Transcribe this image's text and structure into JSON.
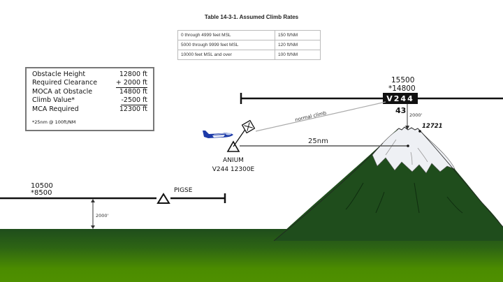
{
  "table": {
    "title": "Table 14-3-1. Assumed Climb Rates",
    "rows": [
      {
        "altitude": "0 through 4999 feet MSL",
        "rate": "150 ft/NM"
      },
      {
        "altitude": "5000 through 9999 feet MSL",
        "rate": "120 ft/NM"
      },
      {
        "altitude": "10000 feet MSL and over",
        "rate": "100 ft/NM"
      }
    ]
  },
  "calculation": {
    "rows": [
      {
        "label": "Obstacle Height",
        "value": "12800 ft",
        "underline": false
      },
      {
        "label": "Required Clearance",
        "value": "+ 2000 ft",
        "underline": true
      },
      {
        "label": "MOCA at Obstacle",
        "value": "14800 ft",
        "underline": false
      },
      {
        "label": "Climb Value*",
        "value": "-2500 ft",
        "underline": true
      },
      {
        "label": "MCA Required",
        "value": "12300 ft",
        "underline": false
      }
    ],
    "note": "*25nm @ 100ft/NM"
  },
  "left_segment": {
    "mea": "10500",
    "moca": "*8500",
    "clearance": "2000'",
    "fix": "PIGSE"
  },
  "right_segment": {
    "mea": "15500",
    "moca": "*14800",
    "airway": "V244",
    "distance": "43",
    "clearance": "2000'",
    "obstacle_elevation": "12721"
  },
  "fix_anium": {
    "name": "ANIUM",
    "mca": "V244 12300E",
    "climb_label": "normal climb",
    "distance_label": "25nm"
  },
  "icons": {
    "aircraft": "airplane-icon",
    "reporting_point": "triangle-fix-icon",
    "mca_flag": "mca-flag-icon"
  },
  "colors": {
    "terrain_dark": "#1f4d1c",
    "terrain_light": "#4b8c00",
    "snow": "#eef0f4",
    "aircraft": "#1c3aa8"
  }
}
